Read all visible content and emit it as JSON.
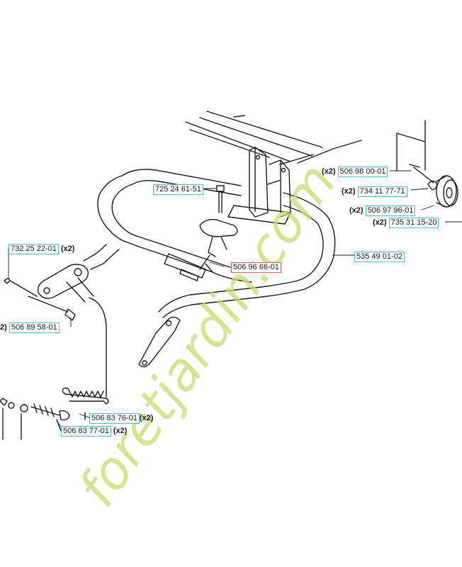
{
  "diagram": {
    "qty_x2": "(x2)",
    "qty_x2_cut": "2)",
    "parts": {
      "p725": "725 24 61-51",
      "p73225": "732 25 22-01",
      "p50689": "506 89 58-01",
      "p50696": "506 96 66-01",
      "p53549": "535 49 01-02",
      "p50698": "506 98 00-01",
      "p73411": "734 11 77-71",
      "p50697": "506 97 96-01",
      "p73531": "735 31 15-20",
      "p5068376": "506 83 76-01",
      "p5068377": "506 83 77-01"
    }
  },
  "watermark": {
    "text": "foretjardin.com",
    "color": "#c8dc6e"
  },
  "colors": {
    "line": "#1a1a1a",
    "label_border": "#55b8cc",
    "highlight_border": "#e06060"
  }
}
